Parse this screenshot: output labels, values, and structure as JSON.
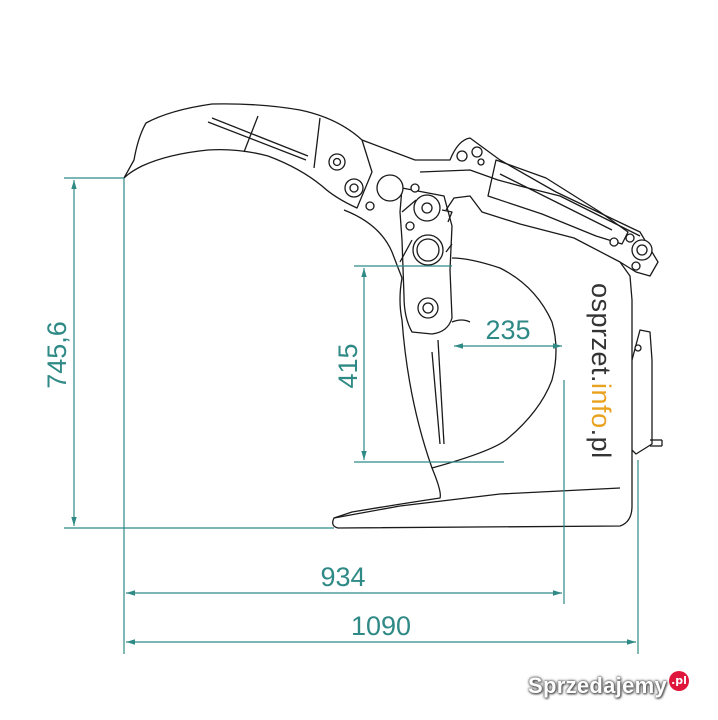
{
  "dimensions": {
    "height_total": "745,6",
    "opening_height": "415",
    "opening_depth": "235",
    "tine_length": "934",
    "overall_length": "1090"
  },
  "watermark": {
    "part1": "osprzet.",
    "part2": "info",
    "part3": ".pl"
  },
  "logo": {
    "text": "Sprzedajemy",
    "badge": ".pl"
  },
  "colors": {
    "dimension": "#2f8a86",
    "outline": "#1a1a1a",
    "watermark_accent": "#e8a21f",
    "logo_badge": "#e0173c"
  }
}
